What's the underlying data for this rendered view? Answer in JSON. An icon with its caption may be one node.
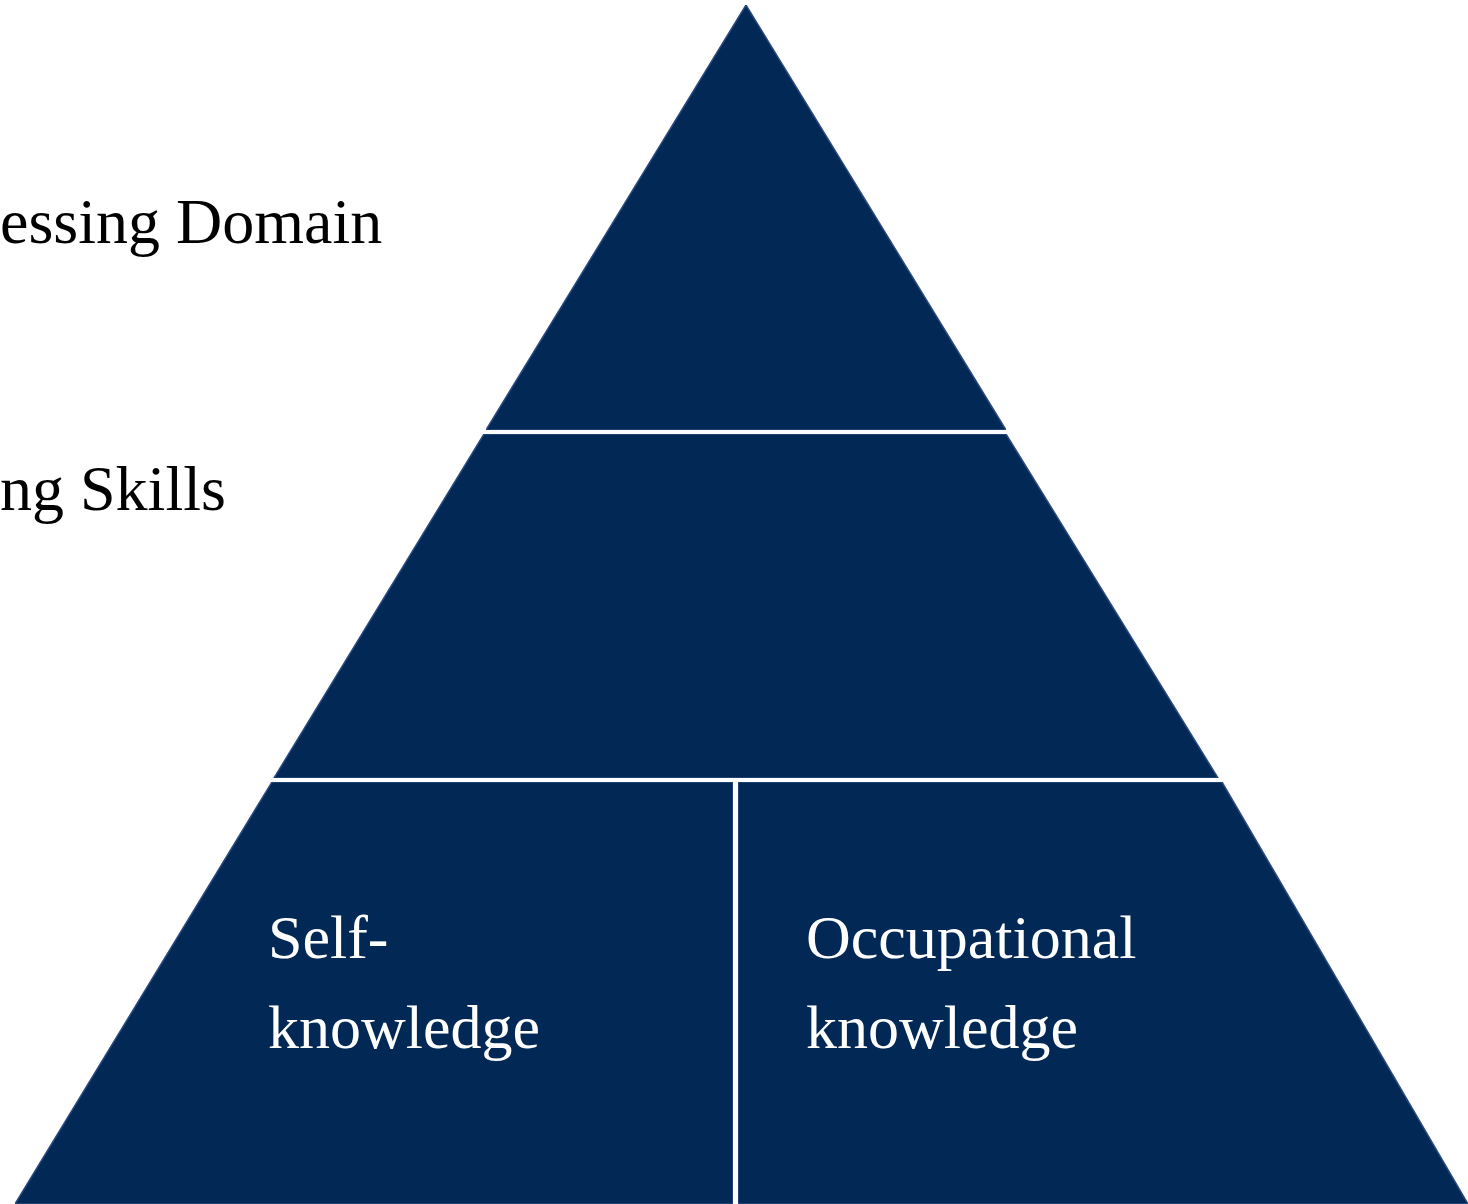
{
  "diagram": {
    "nodes": [
      {
        "text": [],
        "shape": "triangle"
      },
      {
        "text": [],
        "shape": "trapezoid"
      },
      {
        "text": [
          "Self-knowledge"
        ]
      },
      {
        "text": [
          "Occupational knowledge"
        ]
      }
    ],
    "labels": [
      "essing Domain",
      "ng Skills"
    ]
  }
}
